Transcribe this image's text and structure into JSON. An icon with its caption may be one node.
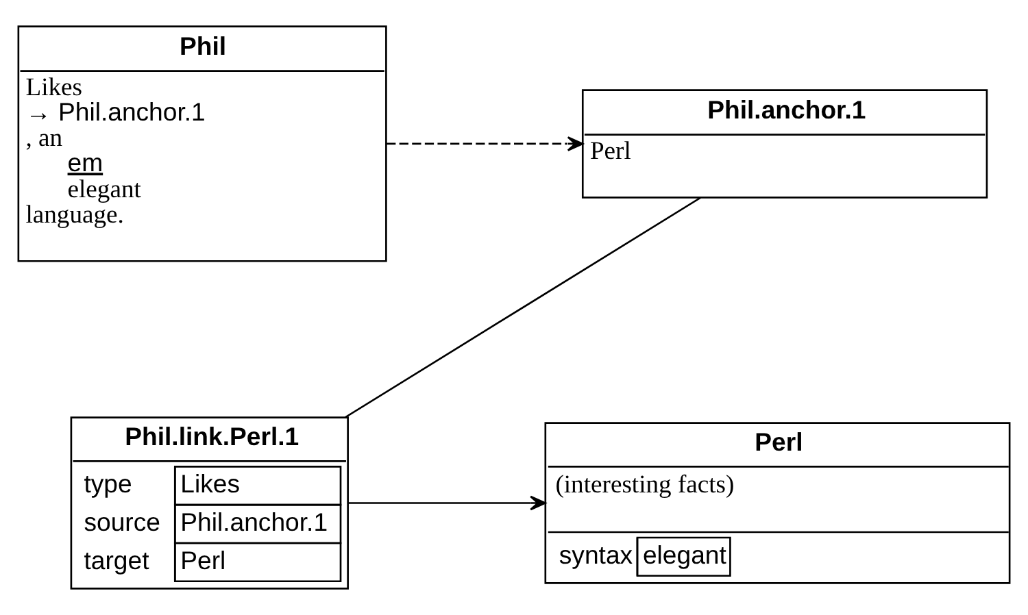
{
  "diagram": {
    "nodes": [
      {
        "text": [
          "Phil",
          "Likes",
          "→ Phil.anchor.1",
          ", an",
          "em",
          "elegant",
          "language."
        ]
      },
      {
        "text": [
          "Phil.anchor.1",
          "Perl"
        ]
      },
      {
        "text": [
          "Perl",
          "(interesting facts)",
          "syntax",
          "elegant"
        ]
      },
      {
        "text": [
          "Phil.link.Perl.1",
          "type",
          "Likes",
          "source",
          "Phil.anchor.1",
          "target",
          "Perl"
        ]
      }
    ],
    "edges": [
      {
        "from": 0,
        "to": 1,
        "arrow": "to",
        "style": "dashed"
      },
      {
        "from": 1,
        "to": 3,
        "arrow": "none"
      },
      {
        "from": 3,
        "to": 2,
        "arrow": "to"
      }
    ]
  }
}
